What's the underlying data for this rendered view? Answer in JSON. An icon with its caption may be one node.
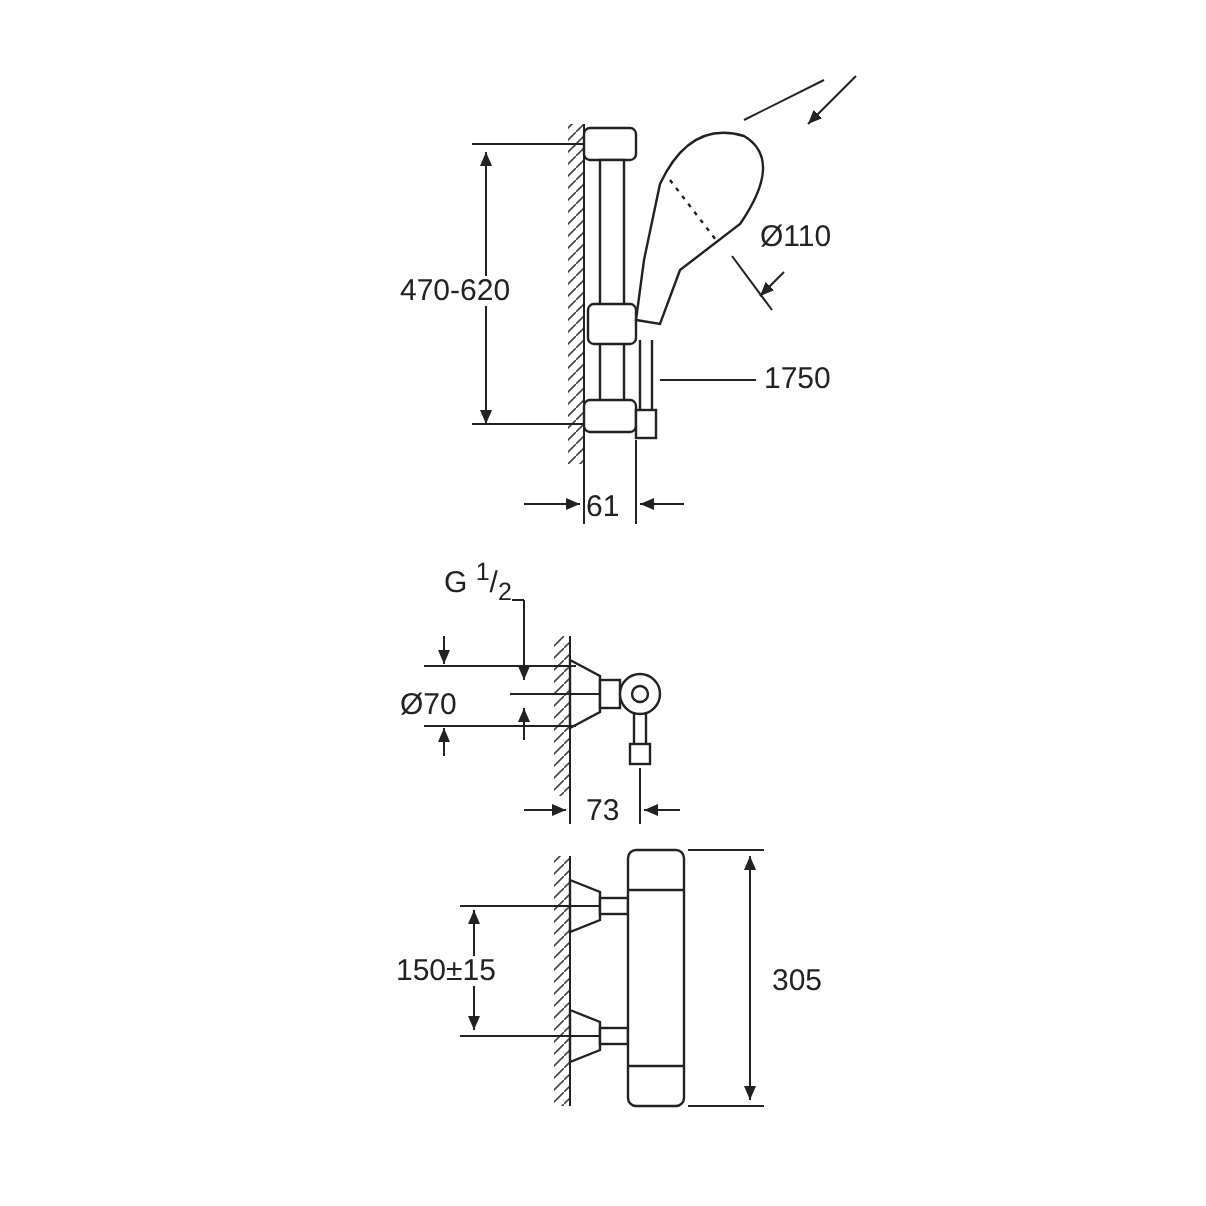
{
  "diagram": {
    "labels": [
      "Ø110",
      "470-620",
      "1750",
      "61",
      "G $^{1}$/$_{2}$",
      "Ø70",
      "73",
      "150±15",
      "305"
    ]
  }
}
